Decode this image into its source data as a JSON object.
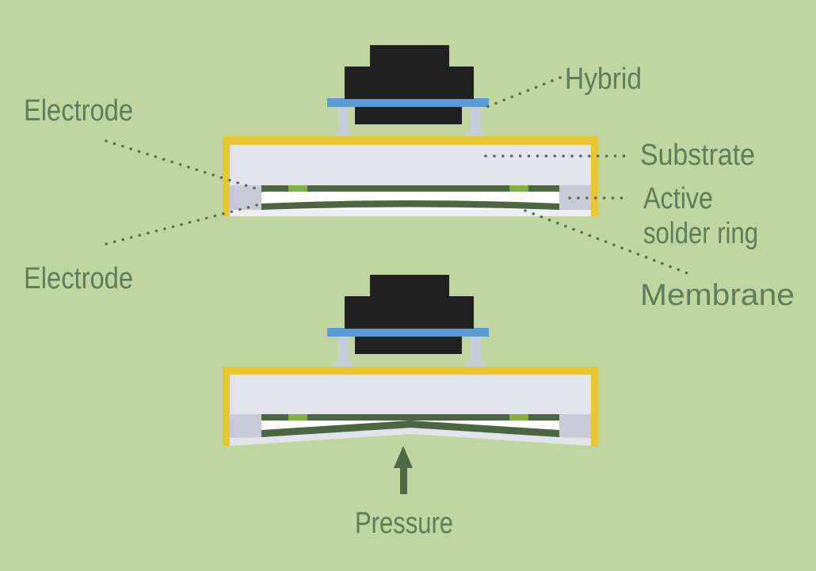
{
  "labels": {
    "electrode_top": "Electrode",
    "electrode_bottom": "Electrode",
    "hybrid": "Hybrid",
    "substrate": "Substrate",
    "active_solder_ring": {
      "line1": "Active",
      "line2": "solder ring"
    },
    "membrane": "Membrane",
    "pressure": "Pressure"
  },
  "colors": {
    "background": "#C0D6A1",
    "frame_yellow": "#E9C734",
    "substrate_fill": "#E2E4EC",
    "bottom_strip": "#ECEEF3",
    "cavity_white": "#FFFFFF",
    "electrode_green": "#4A6642",
    "solder_pad_green": "#7CB342",
    "solder_ring_gray": "#C7CBD7",
    "hybrid_black": "#212121",
    "board_blue": "#5B9BD5",
    "leg_gray": "#C5CCDA",
    "label_text": "#5E7E59",
    "leader_dots": "#4E6B49",
    "arrow_green": "#4C6A46"
  }
}
